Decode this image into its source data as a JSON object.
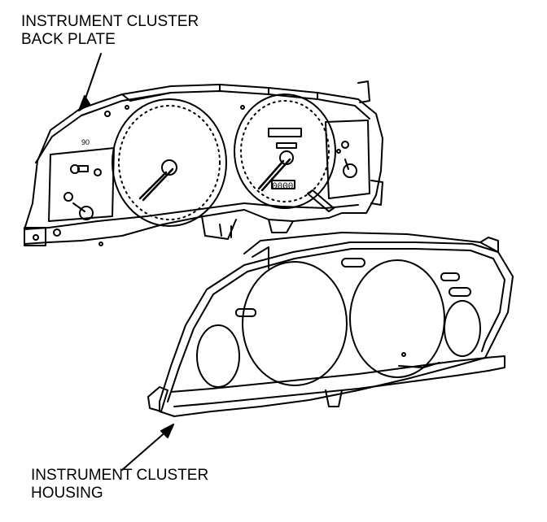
{
  "labels": {
    "back_plate": {
      "line1": "INSTRUMENT CLUSTER",
      "line2": "BACK PLATE"
    },
    "housing": {
      "line1": "INSTRUMENT CLUSTER",
      "line2": "HOUSING"
    }
  },
  "gauge_text": {
    "gauge_mark": "90",
    "odometer": "0000"
  },
  "colors": {
    "ink": "#000000",
    "paper": "#ffffff"
  }
}
